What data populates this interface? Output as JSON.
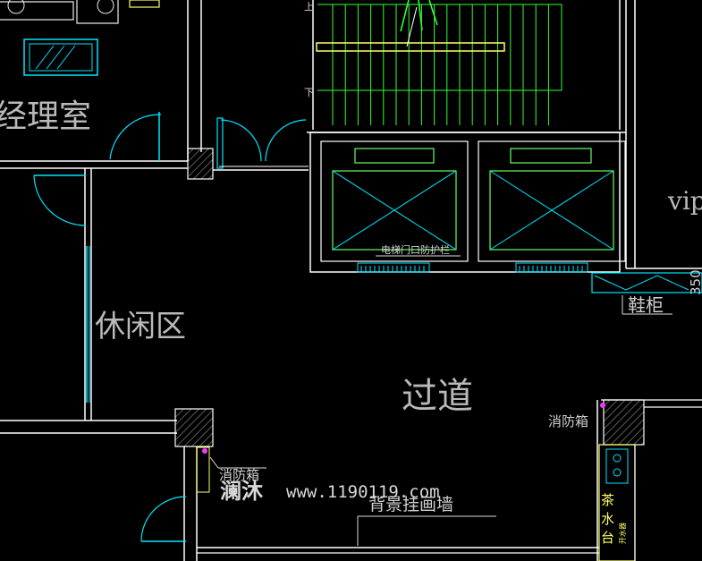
{
  "labels": {
    "manager_office": "经理室",
    "lounge": "休闲区",
    "corridor": "过道",
    "vip": "vip",
    "shoe_cabinet": "鞋柜",
    "fire_box_left": "消防箱",
    "fire_box_right": "消防箱",
    "elevator_note": "电梯门口防护栏",
    "background_wall": "背景挂画墙",
    "tea_station": "茶水台",
    "tea_note": "开水器",
    "dimension": "350",
    "stair_up": "上",
    "stair_down": "下"
  },
  "watermark": {
    "brand": "澜沐",
    "site": "www.1190119.com"
  },
  "colors": {
    "background": "#000000",
    "wall": "#ffffff",
    "door": "#00e5ff",
    "stair": "#33ff33",
    "elevator": "#66ff66",
    "hatch": "#555555",
    "label": "#b9b9b9",
    "tea": "#ffff66",
    "marker": "#ff33ff"
  }
}
